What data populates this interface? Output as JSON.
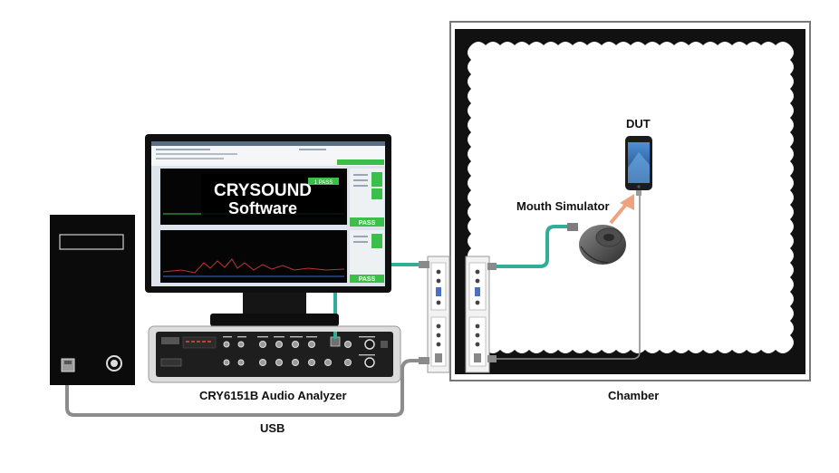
{
  "labels": {
    "software_line1": "CRYSOUND",
    "software_line2": "Software",
    "analyzer": "CRY6151B Audio Analyzer",
    "usb": "USB",
    "chamber": "Chamber",
    "mouth_simulator": "Mouth Simulator",
    "dut": "DUT"
  },
  "software_ui": {
    "pass_badge_1": "PASS",
    "pass_badge_2": "PASS",
    "top_badge": "1 PASS"
  },
  "colors": {
    "cable_teal": "#2fae9a",
    "cable_gray": "#8c8c8c",
    "arrow": "#f0a27e",
    "chamber_border": "#111111",
    "pass_green": "#3cbf4a"
  }
}
